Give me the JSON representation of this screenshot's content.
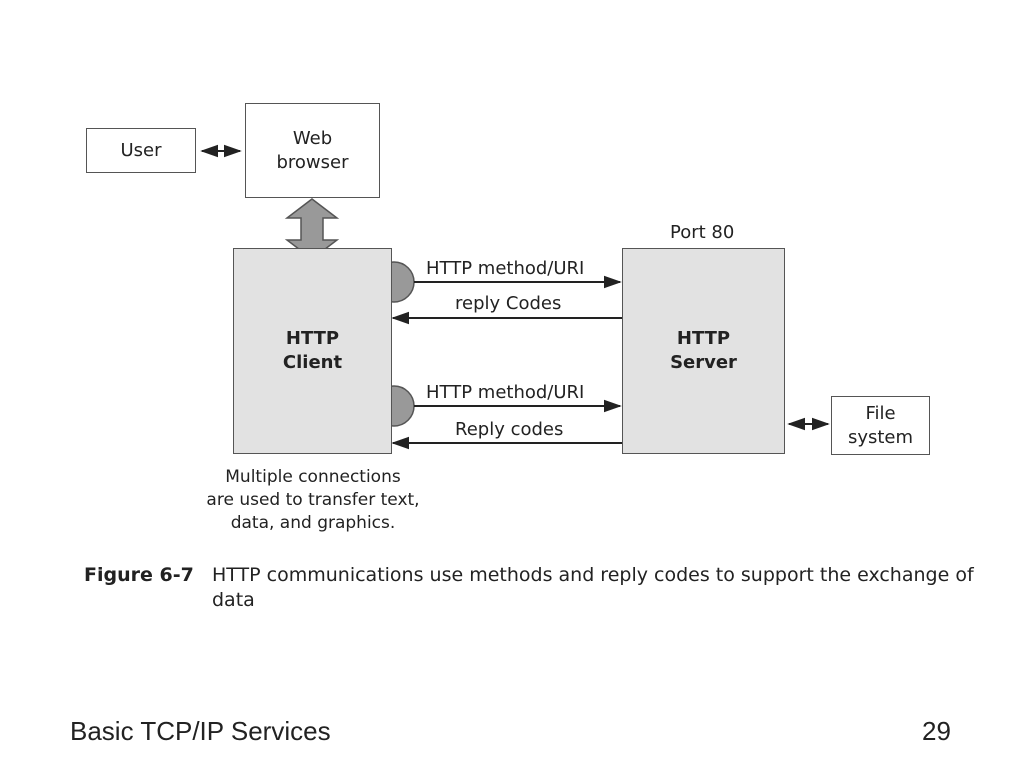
{
  "diagram": {
    "user": "User",
    "browser": [
      "Web",
      "browser"
    ],
    "client": [
      "HTTP",
      "Client"
    ],
    "server": [
      "HTTP",
      "Server"
    ],
    "port": "Port 80",
    "file_system": [
      "File",
      "system"
    ],
    "arrows": {
      "method1": "HTTP method/URI",
      "reply1": "reply Codes",
      "method2": "HTTP method/URI",
      "reply2": "Reply codes"
    },
    "note": [
      "Multiple connections",
      "are used to transfer text,",
      "data, and graphics."
    ]
  },
  "caption": {
    "number": "Figure 6-7",
    "text": "HTTP communications use methods and reply codes to support the exchange of data"
  },
  "footer": {
    "title": "Basic TCP/IP Services",
    "page": "29"
  }
}
